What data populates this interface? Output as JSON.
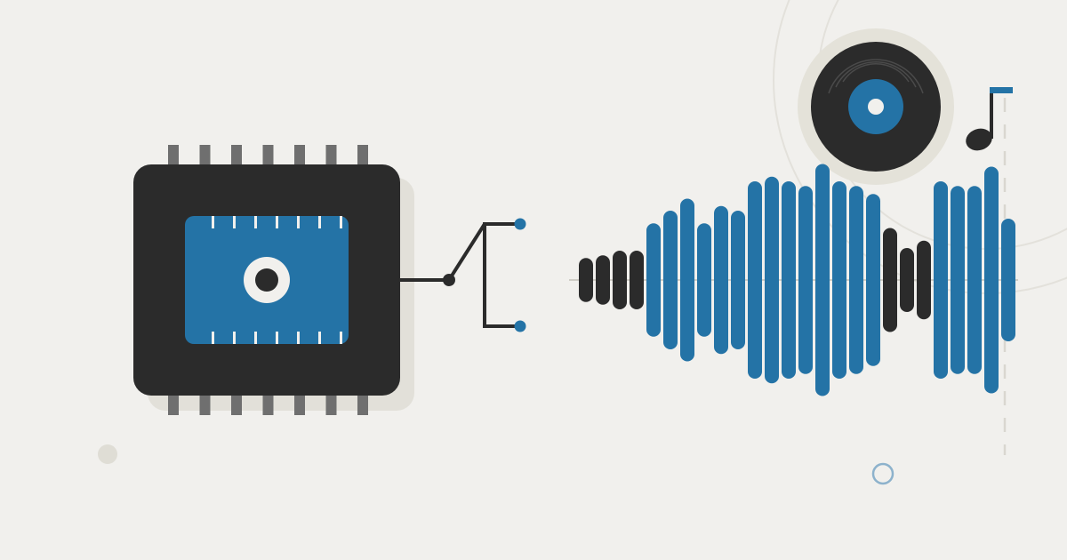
{
  "palette": {
    "background": "#f1f0ed",
    "chip_body": "#2b2b2b",
    "chip_shadow": "#e2e0d9",
    "accent_blue": "#2473a6",
    "pin_gray": "#6f6f6f",
    "decor_gray": "#dfddd5",
    "decor_line": "#e3e1db",
    "record_bg": "#e4e2d9",
    "cream": "#f1f0ed"
  },
  "illustration": {
    "chip": {
      "icon": "microchip-icon",
      "pins_per_side": 7,
      "inner_ticks_per_side": 7
    },
    "switch": {
      "icon": "switch-icon",
      "terminals": 2
    },
    "record": {
      "icon": "vinyl-record-icon"
    },
    "music_note": {
      "icon": "music-note-icon"
    },
    "waveform": {
      "icon": "audio-waveform-icon",
      "bars": [
        {
          "amplitude": 0.33,
          "color": "dark"
        },
        {
          "amplitude": 0.37,
          "color": "dark"
        },
        {
          "amplitude": 0.44,
          "color": "dark"
        },
        {
          "amplitude": 0.44,
          "color": "dark"
        },
        {
          "amplitude": 0.85,
          "color": "blue"
        },
        {
          "amplitude": 1.04,
          "color": "blue"
        },
        {
          "amplitude": 1.22,
          "color": "blue"
        },
        {
          "amplitude": 0.85,
          "color": "blue"
        },
        {
          "amplitude": 1.11,
          "color": "blue"
        },
        {
          "amplitude": 1.04,
          "color": "blue"
        },
        {
          "amplitude": 1.48,
          "color": "blue"
        },
        {
          "amplitude": 1.55,
          "color": "blue"
        },
        {
          "amplitude": 1.48,
          "color": "blue"
        },
        {
          "amplitude": 1.41,
          "color": "blue"
        },
        {
          "amplitude": 1.74,
          "color": "blue"
        },
        {
          "amplitude": 1.48,
          "color": "blue"
        },
        {
          "amplitude": 1.41,
          "color": "blue"
        },
        {
          "amplitude": 1.29,
          "color": "blue"
        },
        {
          "amplitude": 0.78,
          "color": "dark"
        },
        {
          "amplitude": 0.48,
          "color": "dark"
        },
        {
          "amplitude": 0.59,
          "color": "dark"
        },
        {
          "amplitude": 1.48,
          "color": "blue"
        },
        {
          "amplitude": 1.41,
          "color": "blue"
        },
        {
          "amplitude": 1.41,
          "color": "blue"
        },
        {
          "amplitude": 1.7,
          "color": "blue"
        },
        {
          "amplitude": 0.92,
          "color": "blue"
        }
      ]
    }
  }
}
